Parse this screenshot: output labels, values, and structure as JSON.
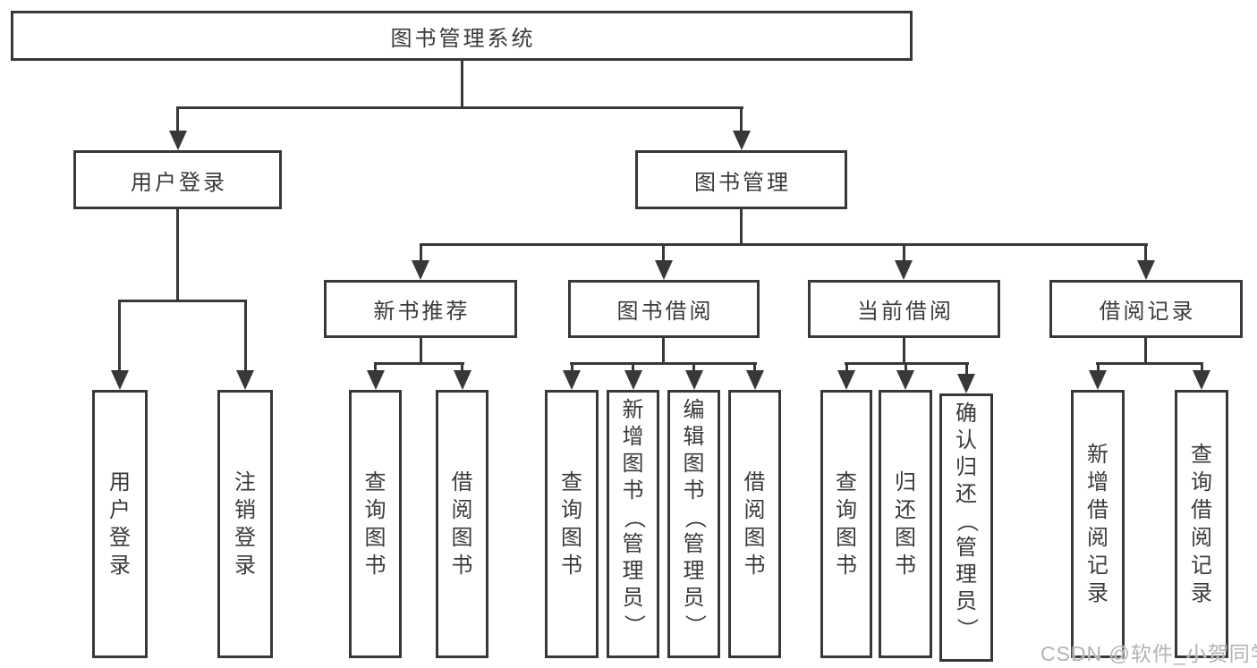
{
  "diagram": {
    "root": {
      "label": "图书管理系统"
    },
    "level2": {
      "user_login": {
        "label": "用户登录"
      },
      "book_mgmt": {
        "label": "图书管理"
      }
    },
    "level3": {
      "new_books": {
        "label": "新书推荐"
      },
      "book_borrow": {
        "label": "图书借阅"
      },
      "current_borrow": {
        "label": "当前借阅"
      },
      "borrow_records": {
        "label": "借阅记录"
      }
    },
    "leaves": {
      "user_login": [
        "用户登录",
        "注销登录"
      ],
      "new_books": [
        "查询图书",
        "借阅图书"
      ],
      "book_borrow": [
        "查询图书",
        "新增图书（管理员）",
        "编辑图书（管理员）",
        "借阅图书"
      ],
      "current_borrow": [
        "查询图书",
        "归还图书",
        "确认归还（管理员）"
      ],
      "borrow_records": [
        "新增借阅记录",
        "查询借阅记录"
      ]
    }
  },
  "watermark": {
    "text": "CSDN @软件_小贺同学"
  },
  "colors": {
    "line": "#383838",
    "text": "#3a3a3a",
    "watermark": "#b3b3b3",
    "background": "#ffffff"
  }
}
